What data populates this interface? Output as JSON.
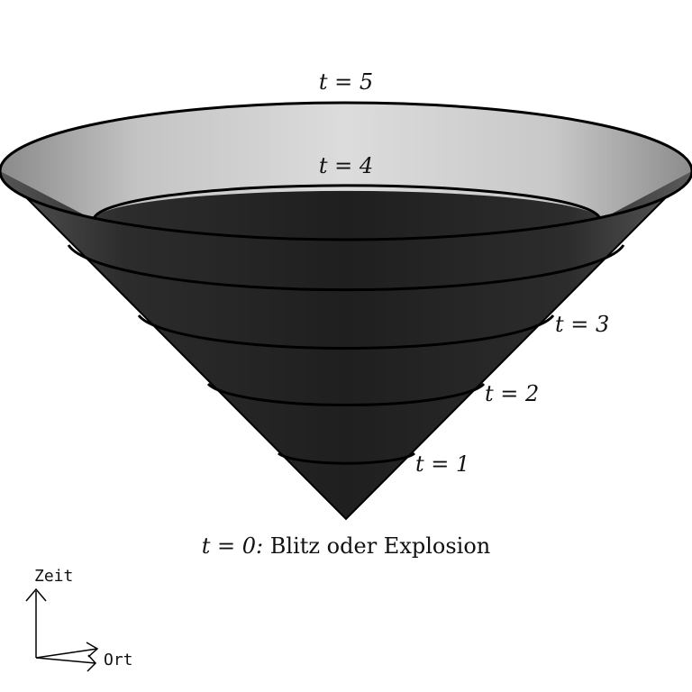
{
  "diagram": {
    "time_labels": [
      "t = 5",
      "t = 4",
      "t = 3",
      "t = 2",
      "t = 1"
    ],
    "origin_label": {
      "prefix": "t = 0:",
      "text": " Blitz oder Explosion"
    },
    "axes": {
      "vertical": "Zeit",
      "horizontal": "Ort"
    },
    "colors": {
      "cone_dark": "#1e1e1e",
      "cone_mid": "#3a3a3a",
      "inner_light": "#d8d8d8",
      "outline": "#000000"
    }
  }
}
